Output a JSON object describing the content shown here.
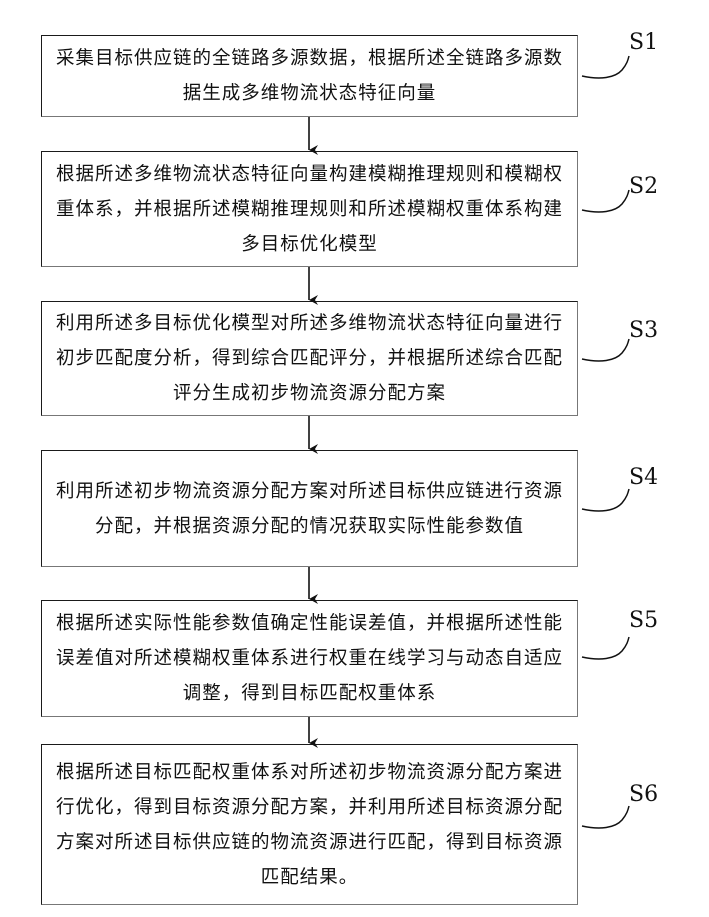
{
  "steps": [
    {
      "id": "S1",
      "text": "采集目标供应链的全链路多源数据，根据所述全链路多源数据生成多维物流状态特征向量"
    },
    {
      "id": "S2",
      "text": "根据所述多维物流状态特征向量构建模糊推理规则和模糊权重体系，并根据所述模糊推理规则和所述模糊权重体系构建多目标优化模型"
    },
    {
      "id": "S3",
      "text": "利用所述多目标优化模型对所述多维物流状态特征向量进行初步匹配度分析，得到综合匹配评分，并根据所述综合匹配评分生成初步物流资源分配方案"
    },
    {
      "id": "S4",
      "text": "利用所述初步物流资源分配方案对所述目标供应链进行资源分配，并根据资源分配的情况获取实际性能参数值"
    },
    {
      "id": "S5",
      "text": "根据所述实际性能参数值确定性能误差值，并根据所述性能误差值对所述模糊权重体系进行权重在线学习与动态自适应调整，得到目标匹配权重体系"
    },
    {
      "id": "S6",
      "text": "根据所述目标匹配权重体系对所述初步物流资源分配方案进行优化，得到目标资源分配方案，并利用所述目标资源分配方案对所述目标供应链的物流资源进行匹配，得到目标资源匹配结果。"
    }
  ]
}
